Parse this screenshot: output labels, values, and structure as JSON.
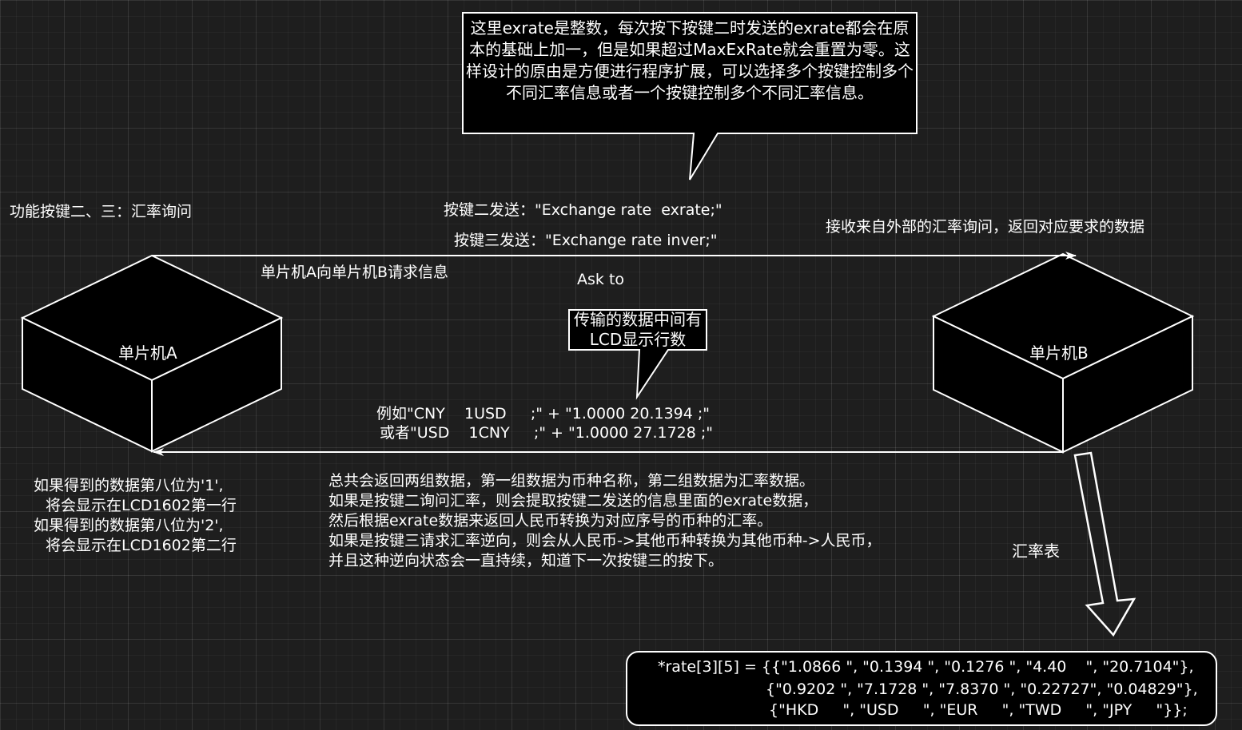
{
  "callout_top": {
    "text": "这里exrate是整数，每次按下按键二时发送的exrate都会在原本的基础上加一，但是如果超过MaxExRate就会重置为零。这样设计的原由是方便进行程序扩展，可以选择多个按键控制多个不同汇率信息或者一个按键控制多个不同汇率信息。"
  },
  "callout_lcd": {
    "text": "传输的数据中间有LCD显示行数"
  },
  "labels": {
    "function_title": "功能按键二、三：汇率询问",
    "key2_send": "按键二发送：\"Exchange rate  exrate;\"",
    "key3_send": "按键三发送：\"Exchange rate inver;\"",
    "receive": "接收来自外部的汇率询问，返回对应要求的数据",
    "request": "单片机A向单片机B请求信息",
    "ask_to": "Ask to",
    "example_1": "例如\"CNY    1USD     ;\" + \"1.0000 20.1394 ;\"",
    "example_2": "或者\"USD    1CNY     ;\" + \"1.0000 27.1728 ;\"",
    "rate_table": "汇率表"
  },
  "devices": {
    "a": "单片机A",
    "b": "单片机B"
  },
  "display_rule": {
    "line1": "如果得到的数据第八位为'1',",
    "line2": "将会显示在LCD1602第一行",
    "line3": "如果得到的数据第八位为'2',",
    "line4": "将会显示在LCD1602第二行"
  },
  "explanation": {
    "line1": "总共会返回两组数据，第一组数据为币种名称，第二组数据为汇率数据。",
    "line2": "如果是按键二询问汇率，则会提取按键二发送的信息里面的exrate数据，",
    "line3": "然后根据exrate数据来返回人民币转换为对应序号的币种的汇率。",
    "line4": "如果是按键三请求汇率逆向，则会从人民币->其他币种转换为其他币种->人民币，",
    "line5": "并且这种逆向状态会一直持续，知道下一次按键三的按下。"
  },
  "rate_code": {
    "line1": "*rate[3][5] = {{\"1.0866 \", \"0.1394 \", \"0.1276 \", \"4.40    \", \"20.7104\"},",
    "line2": "{\"0.9202 \", \"7.1728 \", \"7.8370 \", \"0.22727\", \"0.04829\"},",
    "line3": "{\"HKD     \", \"USD     \", \"EUR     \", \"TWD     \", \"JPY     \"}};"
  },
  "colors": {
    "background": "#1e1e1e",
    "stroke": "#ffffff",
    "fill": "#000000"
  }
}
